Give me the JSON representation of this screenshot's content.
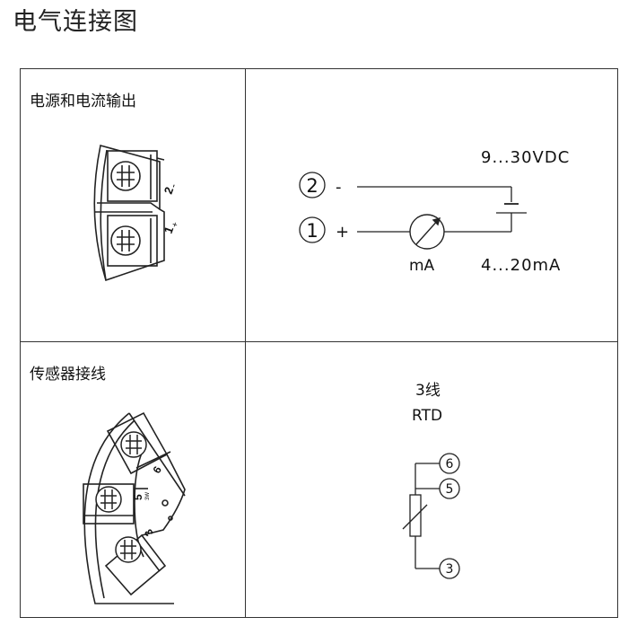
{
  "page": {
    "title": "电气连接图"
  },
  "section_power": {
    "label": "电源和电流输出",
    "terminal_labels": [
      "2",
      "1"
    ],
    "terminal_signs": [
      "-",
      "+"
    ],
    "circuit": {
      "terminal_2": "2",
      "terminal_1": "1",
      "sign_minus": "-",
      "sign_plus": "+",
      "supply": "9...30VDC",
      "meter": "mA",
      "signal": "4...20mA"
    }
  },
  "section_sensor": {
    "label": "传感器接线",
    "terminal_labels": [
      "6",
      "5",
      "3"
    ],
    "small_mark": "3W",
    "wiring": {
      "line1": "3线",
      "line2": "RTD",
      "terminals": [
        "6",
        "5",
        "3"
      ]
    }
  },
  "colors": {
    "line": "#222222",
    "background": "#ffffff"
  },
  "icons": [
    "screw-terminal-icon",
    "ammeter-icon",
    "battery-icon",
    "resistor-icon"
  ]
}
